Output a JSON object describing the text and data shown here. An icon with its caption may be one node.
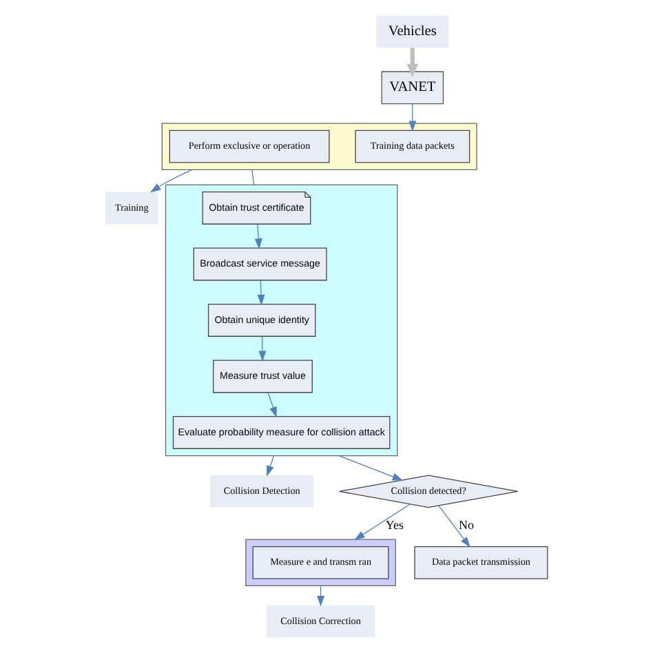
{
  "diagram": {
    "nodes": [
      {
        "text": [
          "VANET"
        ]
      },
      {
        "text": [
          "Vehicles"
        ]
      },
      {
        "text": [],
        "shape": "box"
      },
      {
        "text": [
          "Training data packets"
        ],
        "in": 2
      },
      {
        "text": [
          "Perform exclusive or operation"
        ],
        "in": 2
      },
      {
        "text": [
          "Training"
        ]
      },
      {
        "text": [],
        "shape": "box"
      },
      {
        "text": [
          "Obtain trust certificate"
        ],
        "in": 6
      },
      {
        "text": [
          "Broadcast service message"
        ],
        "in": 6
      },
      {
        "text": [
          "Obtain unique identity"
        ],
        "in": 6
      },
      {
        "text": [
          "Measure trust value"
        ],
        "in": 6
      },
      {
        "text": [
          "Evaluate probability measure for collision attack"
        ],
        "in": 6
      },
      {
        "text": [
          "Collision Detection"
        ]
      },
      {
        "text": [
          "Collision Correction"
        ]
      },
      {
        "text": [],
        "shape": "box"
      },
      {
        "text": [
          "Measure e and transm ran"
        ],
        "in": 14
      },
      {
        "text": [
          "Collision detected?"
        ]
      },
      {
        "text": [
          "Data packet transmission"
        ]
      }
    ],
    "edges": [
      {
        "from": 1,
        "to": 0,
        "arrow": "to",
        "style": "thick",
        "color": "#bfbfbf"
      },
      {
        "from": 0,
        "to": 3,
        "arrow": "to"
      },
      {
        "from": 2,
        "to": 5,
        "arrow": "to"
      },
      {
        "from": 2,
        "to": 6,
        "arrow": "none"
      },
      {
        "from": 6,
        "to": 12,
        "arrow": "to"
      },
      {
        "from": 7,
        "to": 8,
        "arrow": "to"
      },
      {
        "from": 8,
        "to": 9,
        "arrow": "to"
      },
      {
        "from": 9,
        "to": 10,
        "arrow": "to"
      },
      {
        "from": 10,
        "to": 11,
        "arrow": "to"
      },
      {
        "from": 6,
        "to": 16,
        "arrow": "to"
      },
      {
        "from": 16,
        "to": 14,
        "label": "Yes",
        "arrow": "to"
      },
      {
        "from": 16,
        "to": 17,
        "label": "No",
        "arrow": "to"
      },
      {
        "from": 14,
        "to": 13,
        "arrow": "to"
      }
    ]
  }
}
